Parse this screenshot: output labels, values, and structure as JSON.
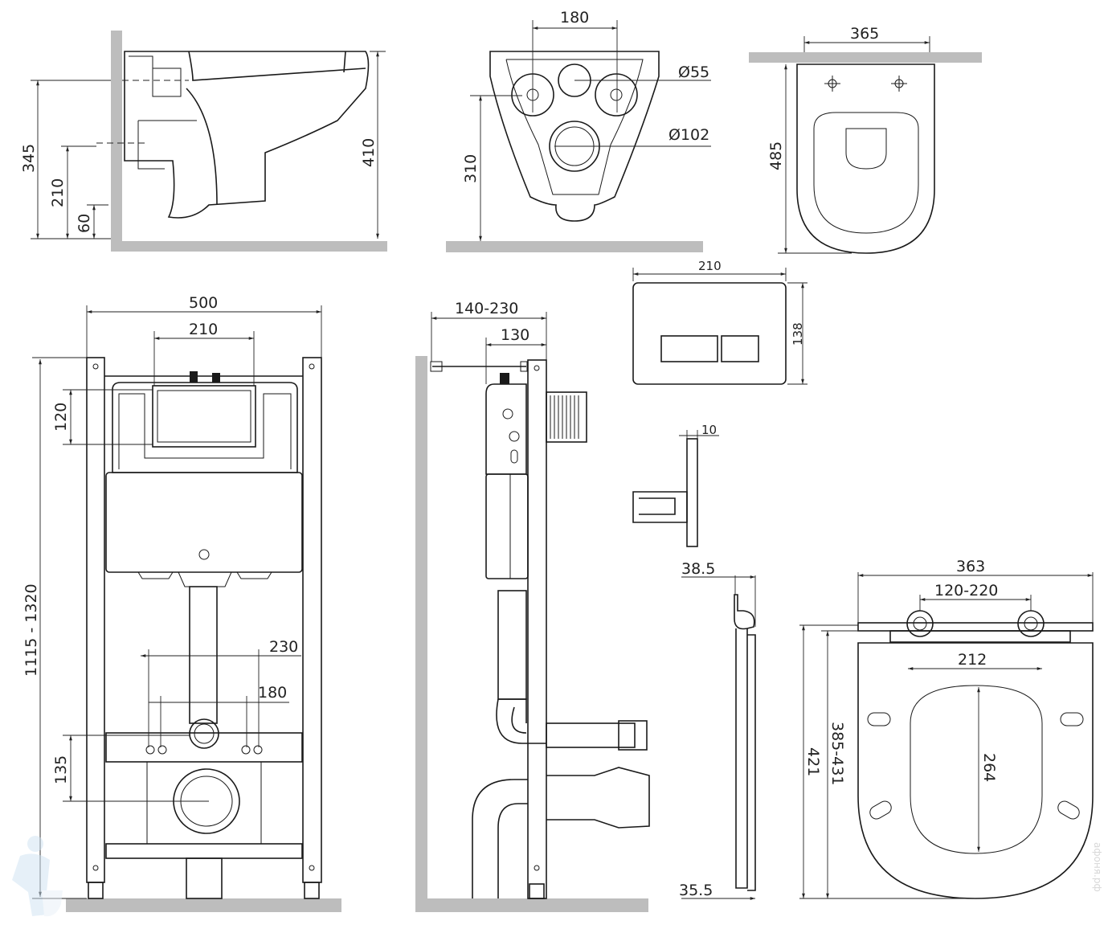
{
  "side_view": {
    "dims": {
      "h345": "345",
      "h210": "210",
      "h60": "60",
      "h410": "410"
    }
  },
  "front_bowl_view": {
    "dims": {
      "w180": "180",
      "d55": "Ø55",
      "d102": "Ø102",
      "h310": "310"
    }
  },
  "top_bowl_view": {
    "dims": {
      "w365": "365",
      "l485": "485"
    }
  },
  "frame_front_view": {
    "dims": {
      "w500": "500",
      "w210": "210",
      "h120": "120",
      "h_range": "1115 - 1320",
      "w230": "230",
      "w180": "180",
      "h135": "135"
    }
  },
  "frame_side_view": {
    "dims": {
      "d_range": "140-230",
      "d130": "130"
    }
  },
  "flush_plate": {
    "dims": {
      "w210": "210",
      "h138": "138",
      "t10": "10"
    }
  },
  "seat_side_view": {
    "dims": {
      "t38_5": "38.5",
      "t35_5": "35.5"
    }
  },
  "seat_top_view": {
    "dims": {
      "w363": "363",
      "hinge_range": "120-220",
      "w212": "212",
      "l264": "264",
      "l421": "421",
      "l_range": "385-431"
    }
  },
  "watermark": {
    "text": "афоня.рф"
  }
}
